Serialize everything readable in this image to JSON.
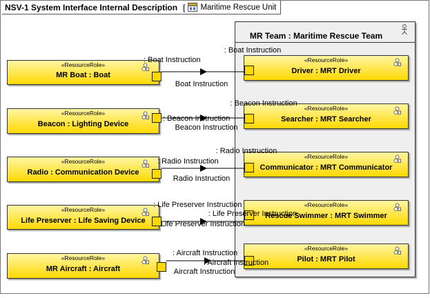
{
  "header": {
    "title": "NSV-1 System Interface Internal Description",
    "context_label": "Maritime Rescue Unit",
    "context_icon": "package-diagram-icon"
  },
  "stereotype": "«ResourceRole»",
  "container": {
    "title": "MR Team : Maritime Rescue Team",
    "icon": "actor-icon"
  },
  "left_roles": [
    {
      "name": "MR Boat : Boat"
    },
    {
      "name": "Beacon : Lighting Device"
    },
    {
      "name": "Radio : Communication Device"
    },
    {
      "name": "Life Preserver : Life Saving Device"
    },
    {
      "name": "MR Aircraft : Aircraft"
    }
  ],
  "right_roles": [
    {
      "name": "Driver : MRT Driver"
    },
    {
      "name": "Searcher : MRT Searcher"
    },
    {
      "name": "Communicator : MRT Communicator"
    },
    {
      "name": "Rescue Swimmer : MRT Swimmer"
    },
    {
      "name": "Pilot : MRT Pilot"
    }
  ],
  "connectors": [
    {
      "source_port": ": Boat Instruction",
      "target_port": ": Boat Instruction",
      "flow": "Boat Instruction"
    },
    {
      "source_port": ": Beacon Instruction",
      "target_port": ": Beacon Instruction",
      "flow": "Beacon Instruction"
    },
    {
      "source_port": ": Radio Instruction",
      "target_port": ": Radio Instruction",
      "flow": "Radio Instruction"
    },
    {
      "source_port": ": Life Preserver Instruction",
      "target_port": ": Life Preserver Instruction",
      "flow": "Life Preserver Instruction"
    },
    {
      "source_port": ": Aircraft Instruction",
      "target_port": ": Aircraft Instruction",
      "flow": "Aircraft Instruction"
    }
  ],
  "colors": {
    "role_fill_top": "#fff6a6",
    "role_fill_bottom": "#ffd800",
    "container_fill": "#efefef",
    "border": "#333333"
  }
}
